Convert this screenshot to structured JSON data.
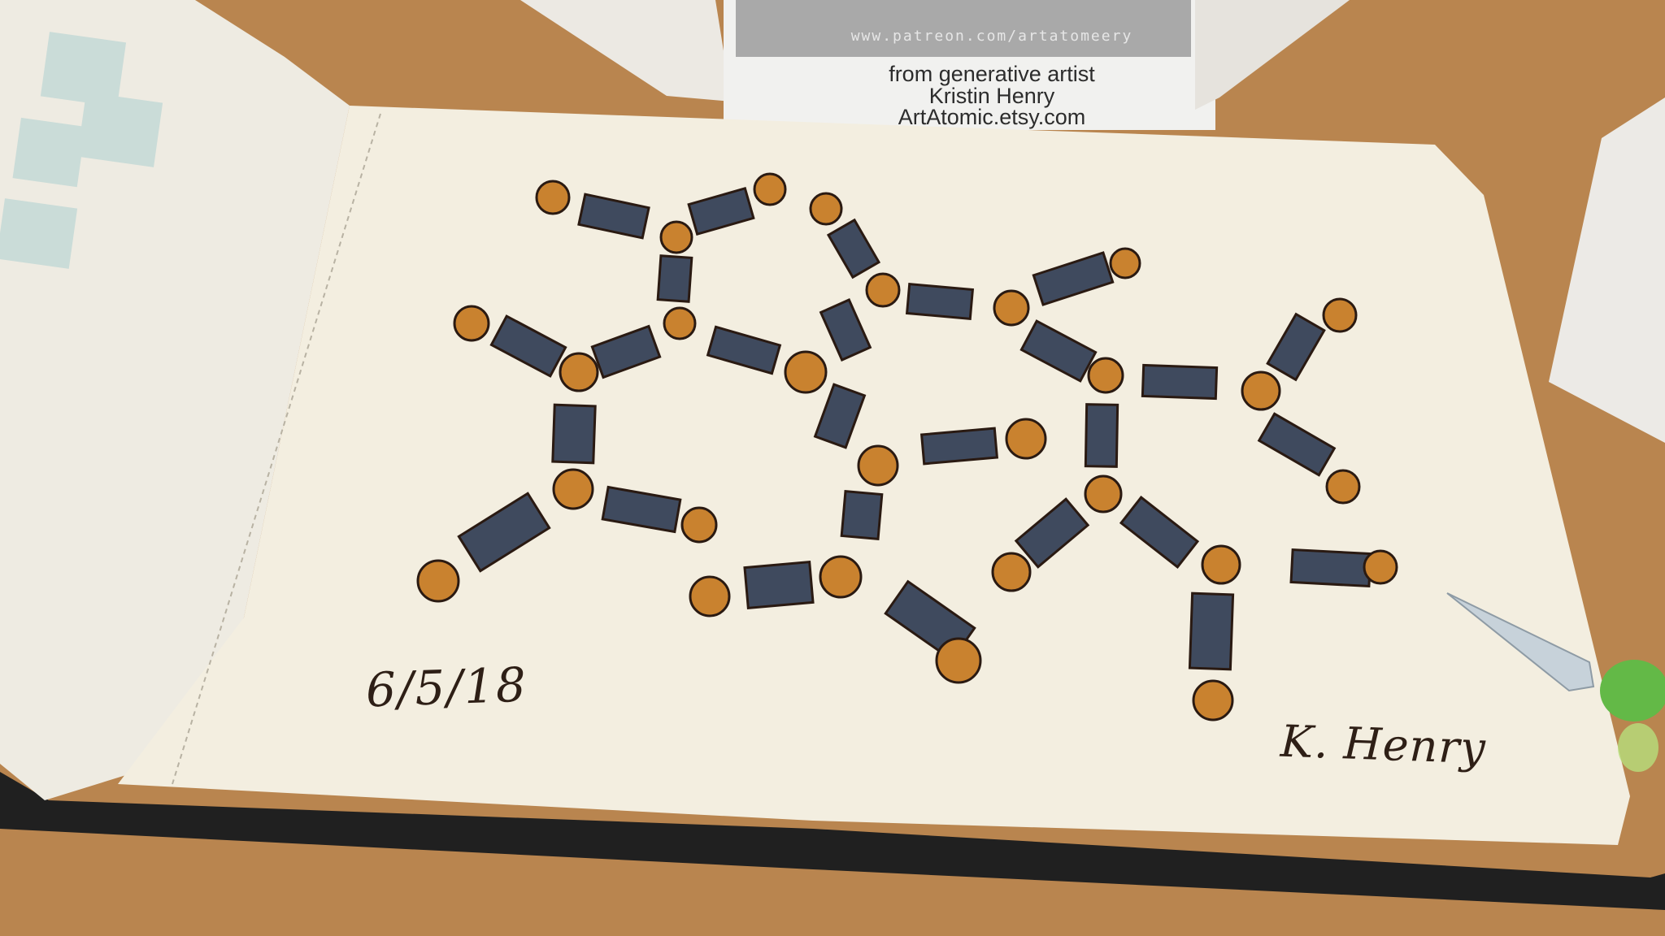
{
  "card": {
    "url": "www.patreon.com/artatomeery",
    "line1": "from generative artist",
    "line2": "Kristin Henry",
    "line3": "ArtAtomic.etsy.com"
  },
  "drawing": {
    "date": "6/5/18",
    "signature": "K. Henry"
  },
  "colors": {
    "table": "#b8834d",
    "paper": "#f3eee0",
    "ink_rect": "#3f4a5e",
    "dot": "#c9822f",
    "outline": "#2a1a12",
    "glass_pen_tip": "#6fc34a"
  },
  "icons": [
    "glass-dip-pen-icon"
  ]
}
